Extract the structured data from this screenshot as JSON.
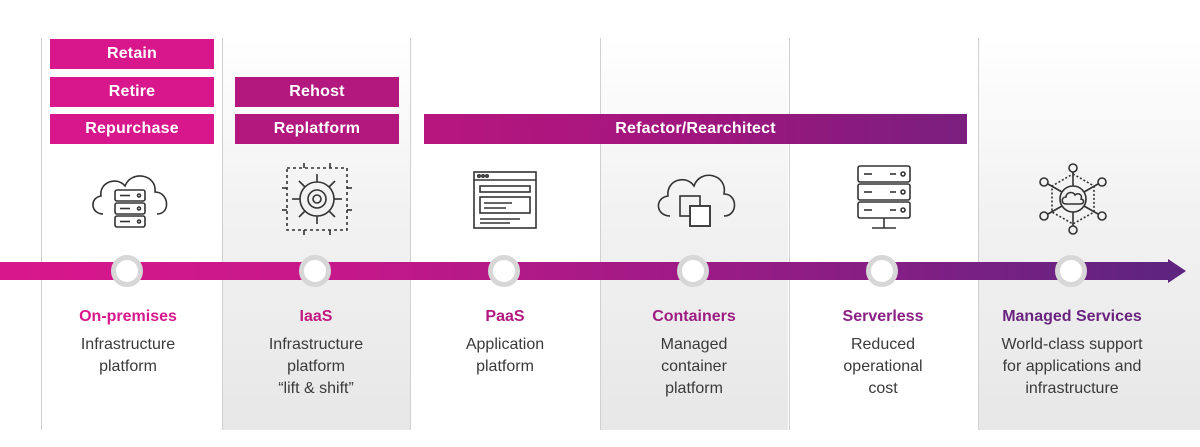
{
  "colors": {
    "magenta": "#d9178c",
    "plum": "#8b2a8a",
    "purple": "#5e2480",
    "gray_text": "#3a3a3a",
    "icon_stroke": "#333333"
  },
  "strategy_bars": {
    "retain": "Retain",
    "retire": "Retire",
    "repurchase": "Repurchase",
    "rehost": "Rehost",
    "replatform": "Replatform",
    "refactor": "Refactor/Rearchitect"
  },
  "stages": [
    {
      "title": "On-premises",
      "desc": "Infrastructure\nplatform",
      "icon": "cloud-server-icon",
      "title_color": "#d9178c"
    },
    {
      "title": "IaaS",
      "desc": "Infrastructure\nplatform\n“lift & shift”",
      "icon": "gear-chip-icon",
      "title_color": "#c2187f"
    },
    {
      "title": "PaaS",
      "desc": "Application\nplatform",
      "icon": "browser-window-icon",
      "title_color": "#b3187f"
    },
    {
      "title": "Containers",
      "desc": "Managed\ncontainer\nplatform",
      "icon": "cloud-containers-icon",
      "title_color": "#9d1c82"
    },
    {
      "title": "Serverless",
      "desc": "Reduced\noperational\ncost",
      "icon": "server-rack-icon",
      "title_color": "#8a1f84"
    },
    {
      "title": "Managed Services",
      "desc": "World-class support\nfor applications and\ninfrastructure",
      "icon": "cloud-network-icon",
      "title_color": "#6a2480"
    }
  ]
}
